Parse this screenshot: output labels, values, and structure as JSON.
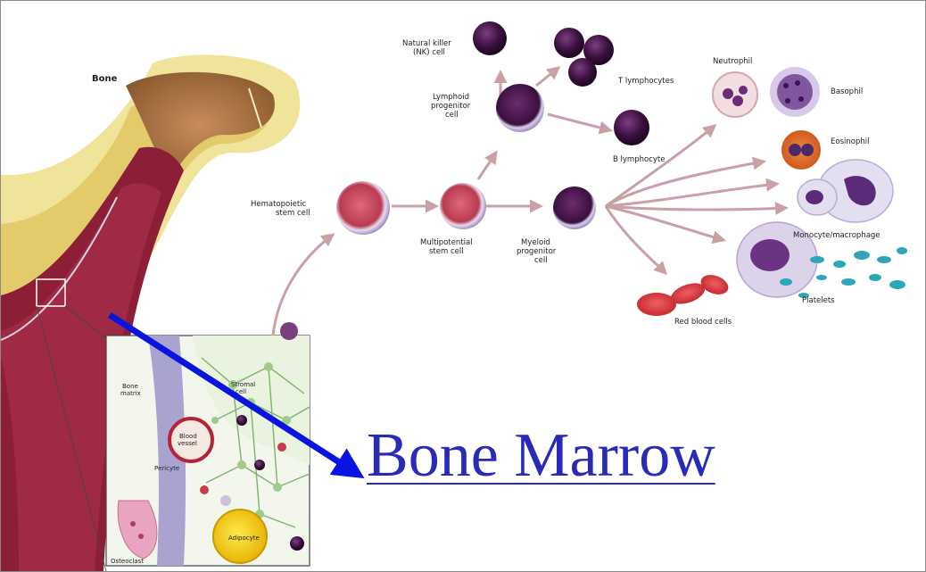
{
  "labels": {
    "bone": "Bone",
    "nk_cell": [
      "Natural killer",
      "(NK) cell"
    ],
    "t_lymphocytes": "T lymphocytes",
    "lymphoid": [
      "Lymphoid",
      "progenitor",
      "cell"
    ],
    "b_lymphocyte": "B lymphocyte",
    "hsc": [
      "Hematopoietic",
      "stem cell"
    ],
    "multipotential": [
      "Multipotential",
      "stem cell"
    ],
    "myeloid": [
      "Myeloid",
      "progenitor",
      "cell"
    ],
    "neutrophil": "Neutrophil",
    "basophil": "Basophil",
    "eosinophil": "Eosinophil",
    "monocyte": "Monocyte/macrophage",
    "platelets": "Platelets",
    "rbc": "Red blood cells",
    "bone_matrix": [
      "Bone",
      "matrix"
    ],
    "stromal": [
      "Stromal",
      "cell"
    ],
    "blood_vessel": [
      "Blood",
      "vessel"
    ],
    "pericyte": "Pericyte",
    "osteoclast": "Osteoclast",
    "adipocyte": "Adipocyte"
  },
  "link": {
    "text": "Bone Marrow"
  },
  "colors": {
    "link": "#2a2ab8",
    "arrow": "#0a14e0",
    "flow_arrow": "#c9a0a4"
  }
}
